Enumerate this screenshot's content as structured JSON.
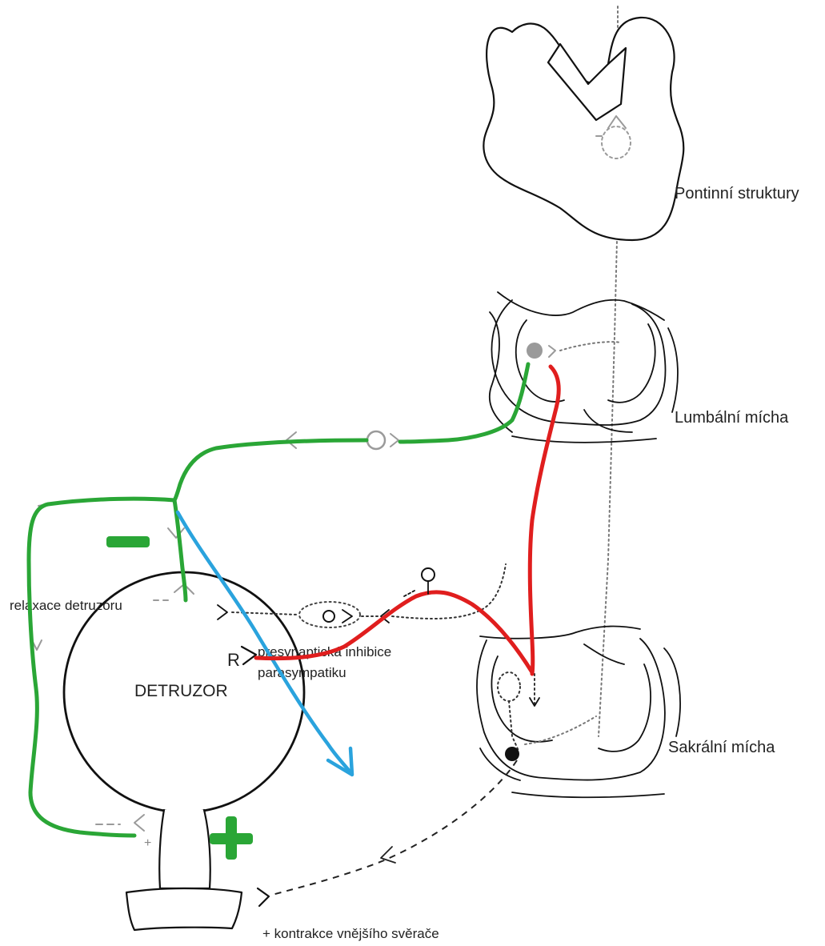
{
  "labels": {
    "pontine": "Pontinní struktury",
    "lumbar": "Lumbální mícha",
    "sacral": "Sakrální mícha",
    "detrusor": "DETRUZOR",
    "relaxation": "relaxace detruzoru",
    "receptor": "R",
    "presynaptic_line1": "presynaptická inhibice",
    "presynaptic_line2": "parasympatiku",
    "sphincter": "+ kontrakce vnějšího svěrače",
    "small_plus": "+"
  },
  "colors": {
    "sympathetic_green": "#2aa636",
    "afferent_red": "#e01e1e",
    "inhibition_blue": "#2aa3dd",
    "neuron_grey": "#9a9a9a",
    "outline_black": "#111111"
  },
  "signs": {
    "minus": "minus-sign",
    "plus": "plus-sign"
  }
}
